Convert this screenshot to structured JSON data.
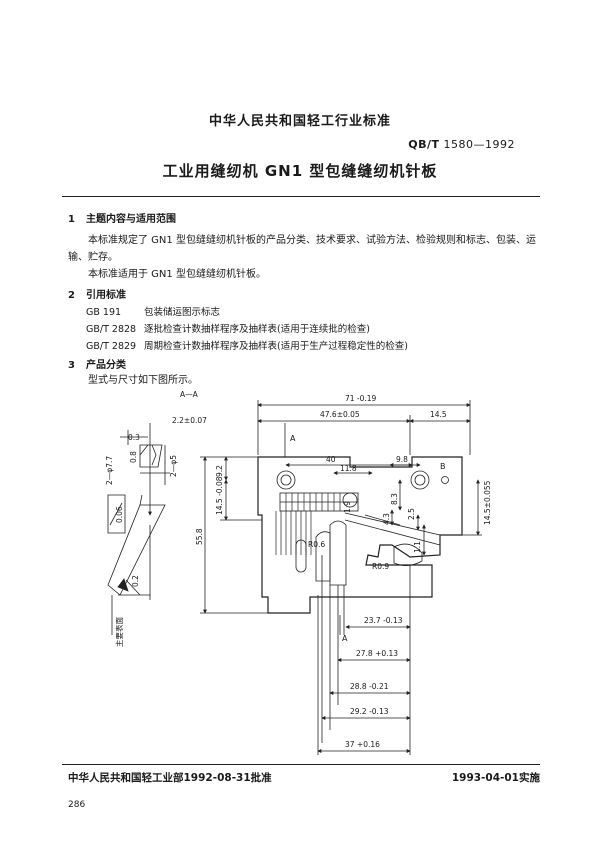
{
  "header": {
    "authority": "中华人民共和国轻工行业标准",
    "std_prefix": "QB/T",
    "std_number": "1580—1992",
    "title": "工业用缝纫机   GN1 型包缝缝纫机针板"
  },
  "sections": [
    {
      "num": "1",
      "heading": "主题内容与适用范围",
      "paragraphs": [
        "本标准规定了 GN1 型包缝缝纫机针板的产品分类、技术要求、试验方法、检验规则和标志、包装、运输、贮存。",
        "本标准适用于 GN1 型包缝缝纫机针板。"
      ]
    },
    {
      "num": "2",
      "heading": "引用标准",
      "refs": [
        {
          "code": "GB 191",
          "desc": "包装储运图示标志"
        },
        {
          "code": "GB/T 2828",
          "desc": "逐批检查计数抽样程序及抽样表(适用于连续批的检查)"
        },
        {
          "code": "GB/T 2829",
          "desc": "周期检查计数抽样程序及抽样表(适用于生产过程稳定性的检查)"
        }
      ]
    },
    {
      "num": "3",
      "heading": "产品分类",
      "paragraphs": [
        "型式与尺寸如下图所示。"
      ]
    }
  ],
  "drawing": {
    "section_label": "A—A",
    "side_labels": {
      "d1": "2.2±0.07",
      "d2": "0.3",
      "d3": "0.8",
      "d4": "2—φ7.7",
      "d5": "2—φ5",
      "d6": "0.06",
      "d7": "0.2",
      "main_surface": "主要表面"
    },
    "top_dims": {
      "overall": "71 -0.19",
      "left": "47.6±0.05",
      "right": "14.5",
      "inner": "40",
      "mid": "11.8",
      "small": "9.8"
    },
    "side_dims": {
      "height": "55.8",
      "v1": "9.2",
      "v2": "14.5 -0.08",
      "v3": "8.3",
      "v4": "4.3",
      "v5": "2.5",
      "v6": "1.1",
      "v7": "1.9",
      "right_v": "14.5±0.055"
    },
    "labels": {
      "a_top": "A",
      "a_bottom": "A",
      "b": "B",
      "r1": "R0.6",
      "r2": "R0.9"
    },
    "bottom_dims": [
      {
        "label": "23.7 -0.13"
      },
      {
        "label": "27.8 +0.13"
      },
      {
        "label": "28.8 -0.21"
      },
      {
        "label": "29.2 -0.13"
      },
      {
        "label": "37 +0.16"
      }
    ]
  },
  "footer": {
    "approval": "中华人民共和国轻工业部1992-08-31批准",
    "effective": "1993-04-01实施",
    "page": "286"
  }
}
